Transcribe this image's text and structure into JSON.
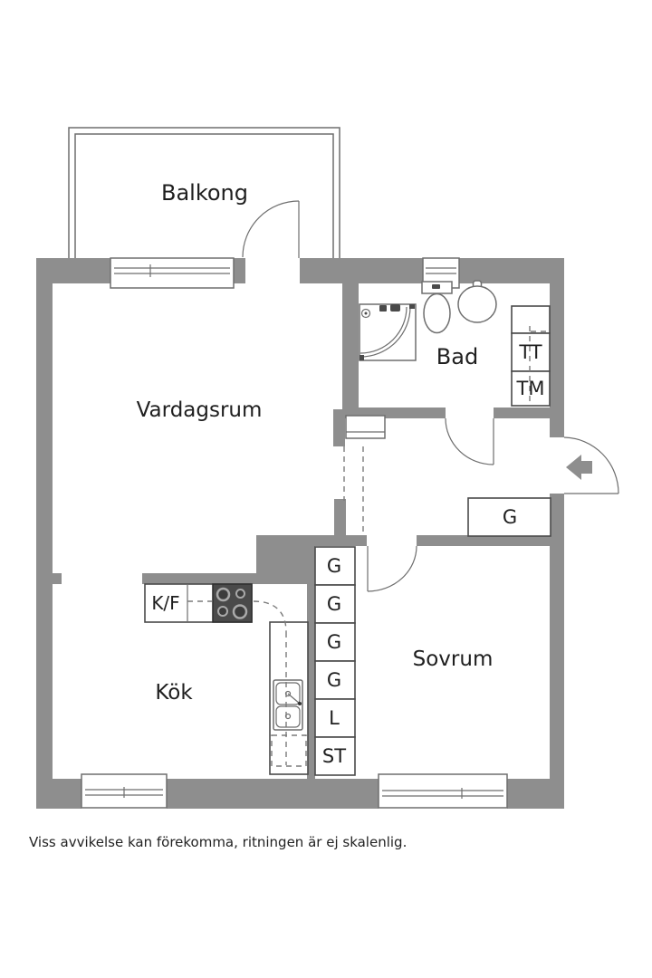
{
  "colors": {
    "wall": "#8e8e8e",
    "line": "#6e6e6e",
    "fixture": "#4a4a4a",
    "stove": "#4a4a4a",
    "text": "#1f1f1f"
  },
  "rooms": {
    "balcony": "Balkong",
    "living_room": "Vardagsrum",
    "bathroom": "Bad",
    "kitchen": "Kök",
    "bedroom": "Sovrum"
  },
  "fixtures": {
    "fridge_freezer": "K/F",
    "hall_wardrobe": "G",
    "laundry": [
      "TT",
      "TM"
    ],
    "closet_column": [
      "G",
      "G",
      "G",
      "G",
      "L",
      "ST"
    ]
  },
  "footer": "Viss avvikelse kan förekomma, ritningen är ej skalenlig."
}
